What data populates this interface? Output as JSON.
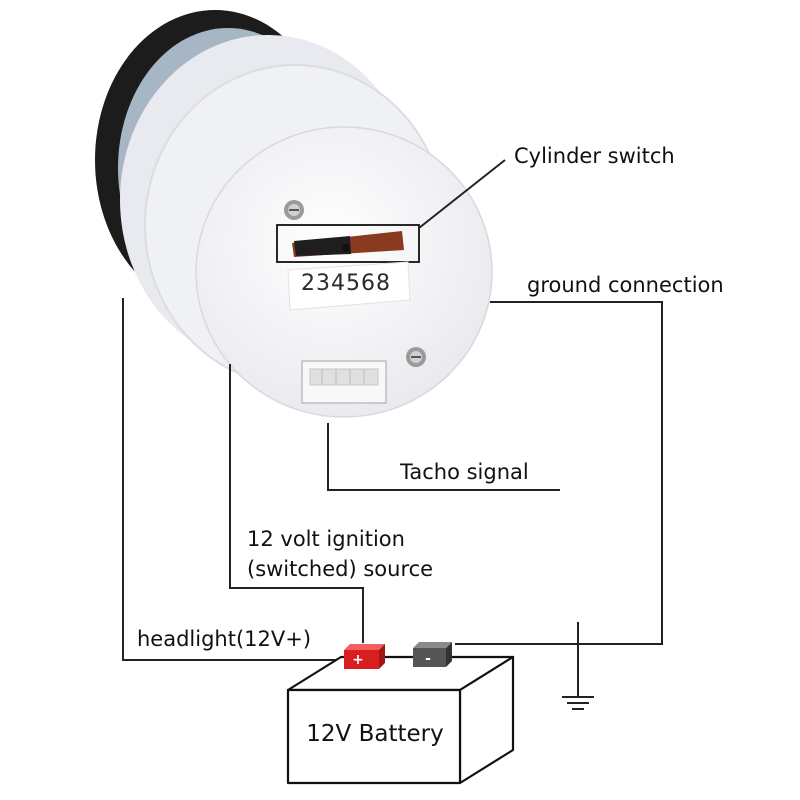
{
  "labels": {
    "cylinder_switch": "Cylinder switch",
    "ground_connection": "ground connection",
    "tacho_signal": "Tacho signal",
    "ignition_line1": "12 volt ignition",
    "ignition_line2": "(switched) source",
    "headlight": "headlight(12V+)",
    "battery": "12V Battery",
    "serial": "234568",
    "plus": "+",
    "minus": "-"
  },
  "colors": {
    "wire": "#222222",
    "positive_terminal": "#d81e1e",
    "negative_terminal": "#555555",
    "gauge_body": "#f4f4f6"
  }
}
